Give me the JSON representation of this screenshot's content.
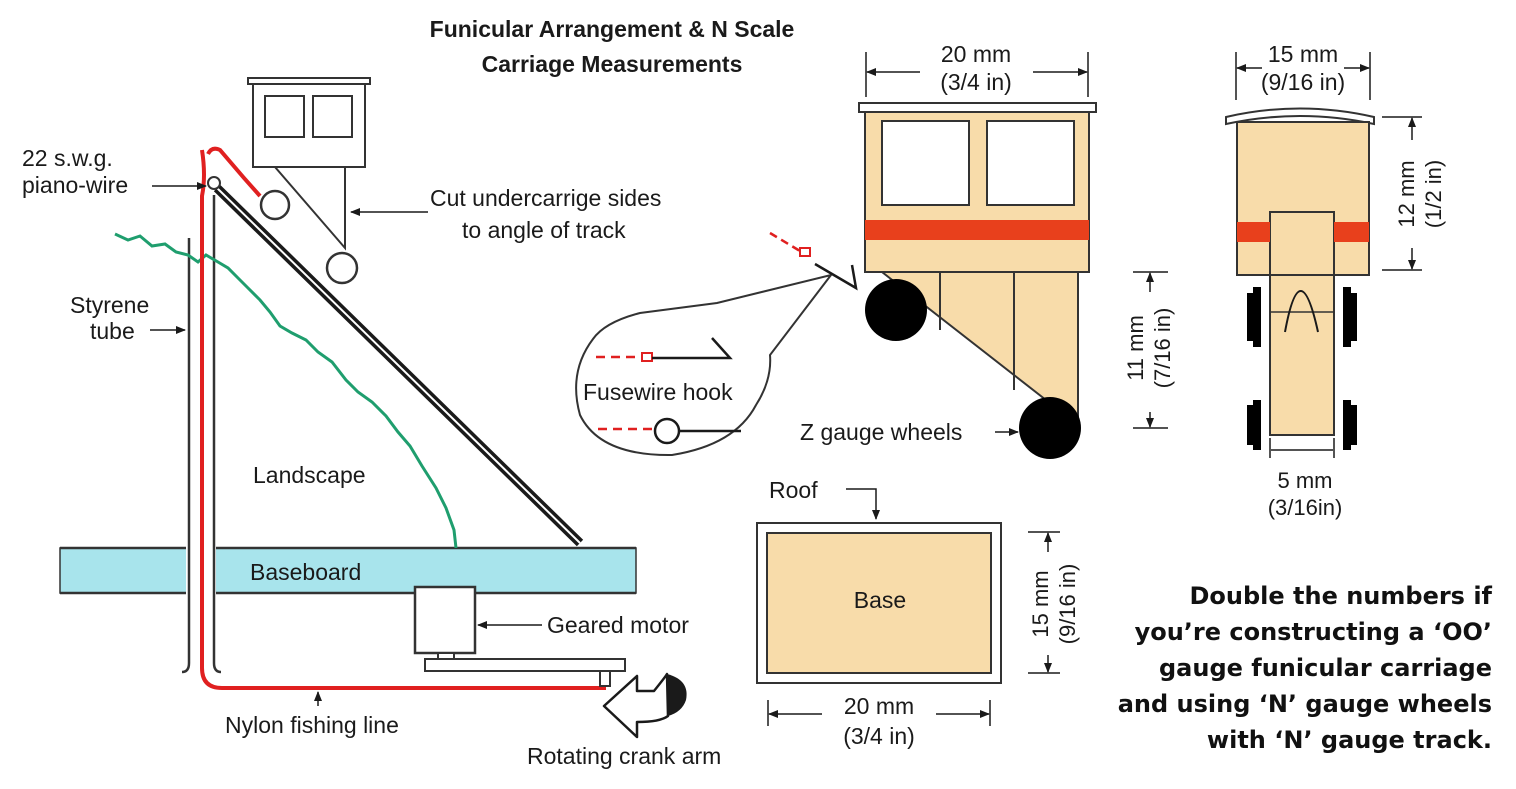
{
  "title": {
    "line1": "Funicular Arrangement & N Scale",
    "line2": "Carriage Measurements"
  },
  "labels": {
    "piano_wire_1": "22 s.w.g.",
    "piano_wire_2": "piano-wire",
    "cut_sides_1": "Cut undercarrige sides",
    "cut_sides_2": "to angle of track",
    "styrene_1": "Styrene",
    "styrene_2": "tube",
    "landscape": "Landscape",
    "baseboard": "Baseboard",
    "geared_motor": "Geared motor",
    "nylon_line": "Nylon fishing line",
    "crank_arm": "Rotating crank arm",
    "fusewire_hook": "Fusewire hook",
    "z_gauge": "Z gauge wheels",
    "roof": "Roof",
    "base": "Base"
  },
  "dimensions": {
    "side_width_mm": "20 mm",
    "side_width_in": "(3/4 in)",
    "front_width_mm": "15 mm",
    "front_width_in": "(9/16 in)",
    "front_height_mm": "12 mm",
    "front_height_in": "(1/2 in)",
    "side_height_mm": "11 mm",
    "side_height_in": "(7/16 in)",
    "wheel_gauge_mm": "5 mm",
    "wheel_gauge_in": "(3/16in)",
    "base_depth_mm": "15 mm",
    "base_depth_in": "(9/16 in)",
    "base_width_mm": "20 mm",
    "base_width_in": "(3/4 in)"
  },
  "note": {
    "line1": "Double the numbers if",
    "line2": "you’re constructing a ‘OO’",
    "line3": "gauge funicular carriage",
    "line4": "and using ‘N’ gauge wheels",
    "line5": "with ‘N’ gauge track."
  },
  "colors": {
    "carriage_fill": "#f8dcaa",
    "stripe": "#e8401c",
    "baseboard": "#a8e4ec",
    "landscape_line": "#1f9e6e",
    "wire": "#e02020"
  }
}
